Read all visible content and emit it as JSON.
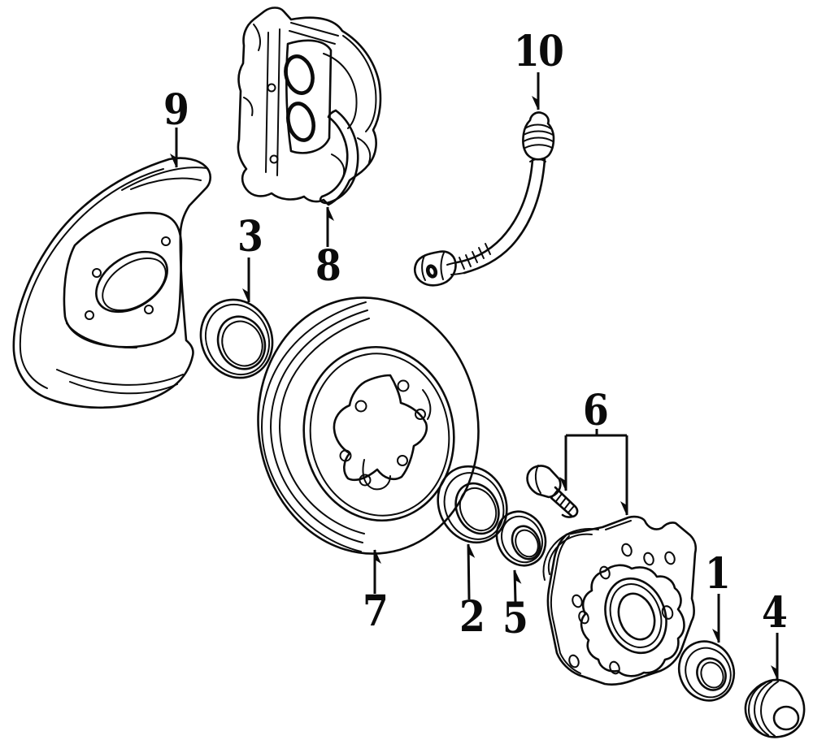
{
  "canvas": {
    "background": "#ffffff",
    "ink": "#0b0b0b"
  },
  "callouts": {
    "c1": {
      "label": "1"
    },
    "c2": {
      "label": "2"
    },
    "c3": {
      "label": "3"
    },
    "c4": {
      "label": "4"
    },
    "c5": {
      "label": "5"
    },
    "c6": {
      "label": "6"
    },
    "c7": {
      "label": "7"
    },
    "c8": {
      "label": "8"
    },
    "c9": {
      "label": "9"
    },
    "c10": {
      "label": "10"
    }
  }
}
